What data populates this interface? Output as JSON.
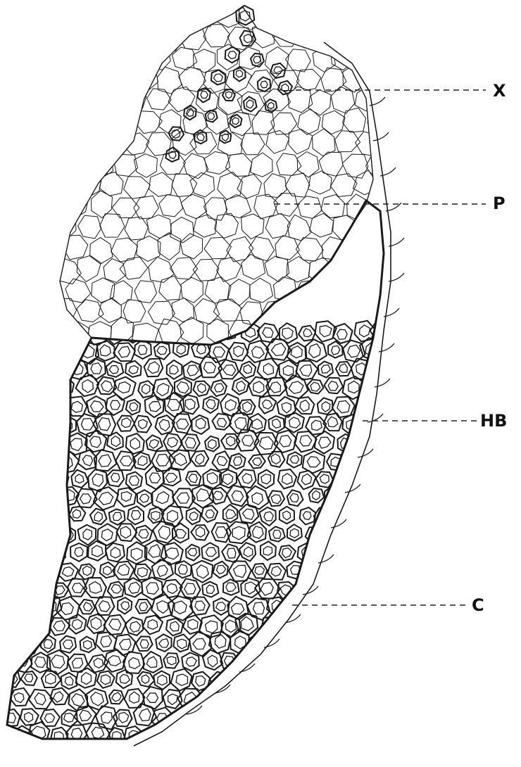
{
  "labels": {
    "x": "X",
    "p": "P",
    "hb": "HB",
    "c": "C"
  },
  "colors": {
    "ink": "#1a1a1a",
    "paper": "#ffffff"
  }
}
